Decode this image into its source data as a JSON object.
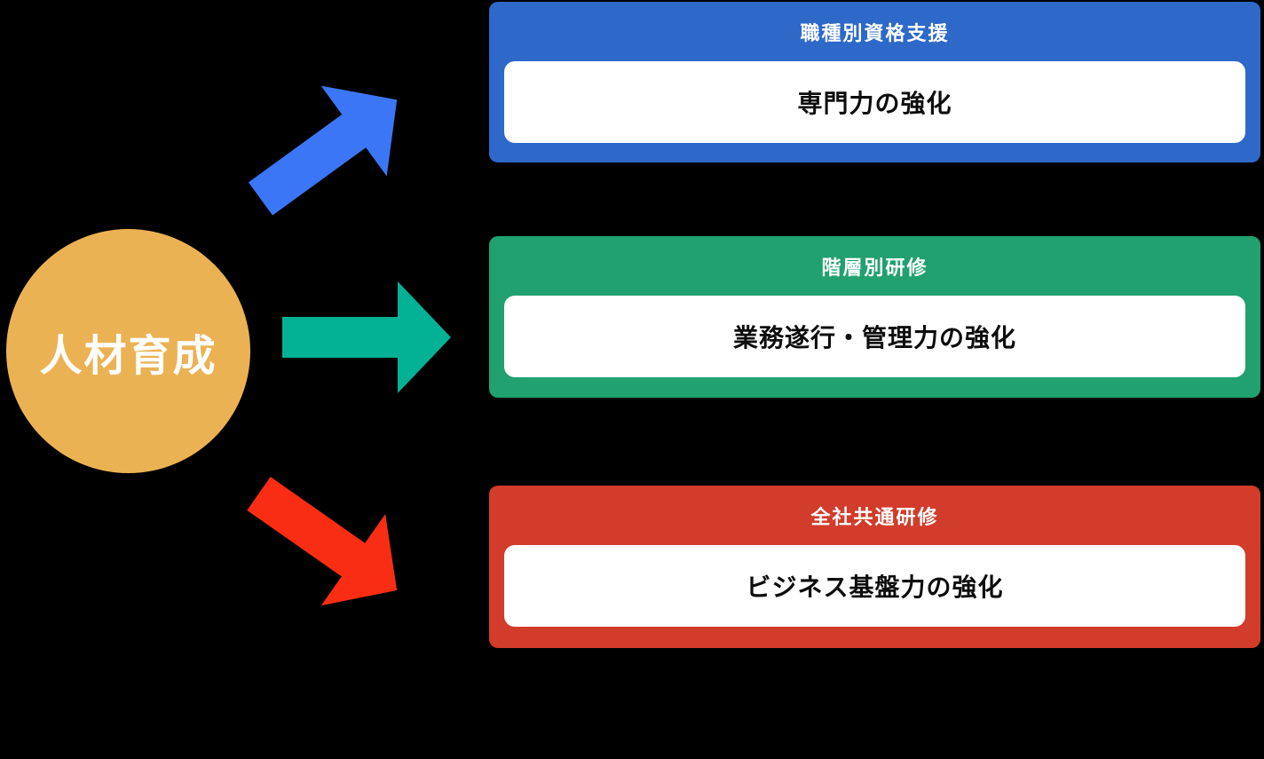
{
  "diagram": {
    "background_color": "#000000",
    "source": {
      "label": "人材育成",
      "circle_color": "#EBB254",
      "text_color": "#FFFFFF"
    },
    "branches": [
      {
        "header": "職種別資格支援",
        "body": "専門力の強化",
        "box_color": "#2E68C9",
        "arrow_color": "#3B76F6"
      },
      {
        "header": "階層別研修",
        "body": "業務遂行・管理力の強化",
        "box_color": "#21A170",
        "arrow_color": "#03B295"
      },
      {
        "header": "全社共通研修",
        "body": "ビジネス基盤力の強化",
        "box_color": "#D23C2A",
        "arrow_color": "#F92D13"
      }
    ],
    "body_text_color": "#0D0D0D",
    "header_text_color": "#FFFFFF"
  }
}
